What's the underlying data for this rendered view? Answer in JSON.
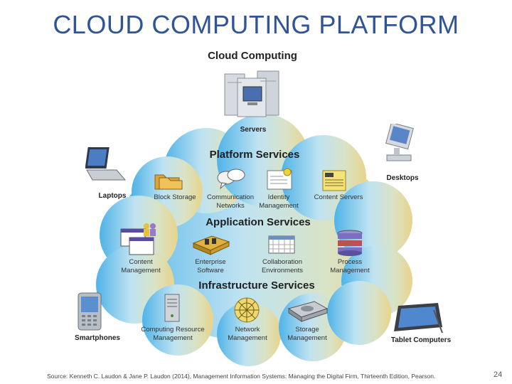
{
  "slide": {
    "title": "CLOUD COMPUTING PLATFORM",
    "source": "Source: Kenneth C. Laudon & Jane P. Laudon (2014), Management Information Systems: Managing the Digital Firm, Thirteenth Edition, Pearson.",
    "page_number": "24"
  },
  "diagram": {
    "title": "Cloud Computing",
    "devices": {
      "servers": "Servers",
      "desktops": "Desktops",
      "laptops": "Laptops",
      "smartphones": "Smartphones",
      "tablets": "Tablet Computers"
    },
    "platform": {
      "title": "Platform Services",
      "items": [
        "Block Storage",
        "Communication\nNetworks",
        "Identity\nManagement",
        "Content Servers"
      ]
    },
    "application": {
      "title": "Application Services",
      "items": [
        "Content\nManagement",
        "Enterprise\nSoftware",
        "Collaboration\nEnvironments",
        "Process\nManagement"
      ]
    },
    "infrastructure": {
      "title": "Infrastructure Services",
      "items": [
        "Computing Resource\nManagement",
        "Network\nManagement",
        "Storage\nManagement"
      ]
    },
    "colors": {
      "cloud_left": "#4fb3e8",
      "cloud_mid": "#bfe3f2",
      "cloud_right": "#e8d48a",
      "title": "#2f5597"
    }
  }
}
